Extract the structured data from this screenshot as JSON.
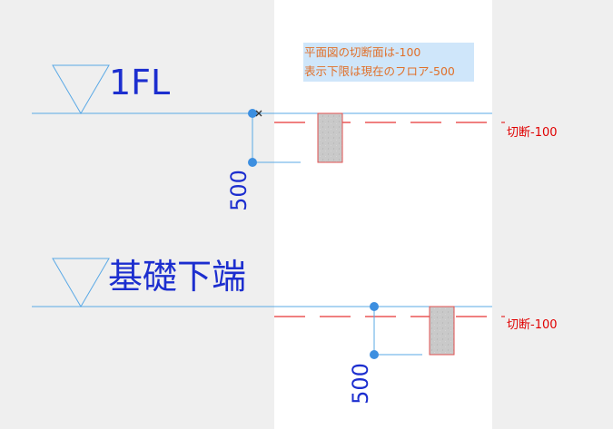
{
  "note": {
    "line1": "平面図の切断面は-100",
    "line2": "表示下限は現在のフロア-500"
  },
  "levels": [
    {
      "label": "1FL"
    },
    {
      "label": "基礎下端"
    }
  ],
  "dimensions": [
    {
      "value": "500"
    },
    {
      "value": "500"
    }
  ],
  "cut_labels": [
    {
      "text": "切断-100"
    },
    {
      "text": "切断-100"
    }
  ],
  "colors": {
    "level_line": "#5aa9e6",
    "cut_line": "#e00000",
    "label_text": "#1c2ecf",
    "note_bg": "#cfe6fa",
    "note_text": "#e0702a",
    "column_fill": "#c8c8c8"
  }
}
